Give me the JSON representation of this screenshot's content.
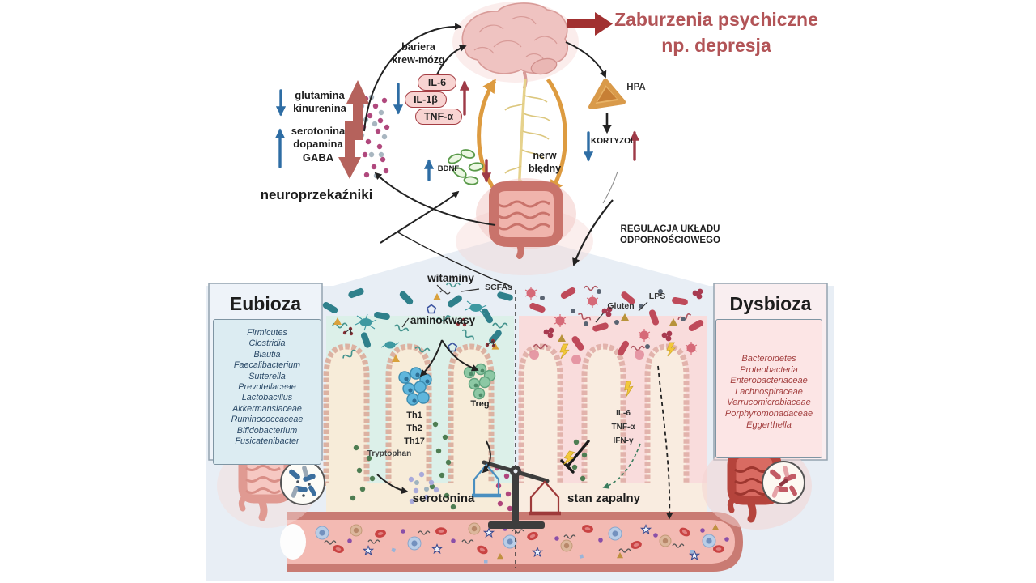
{
  "colors": {
    "title": "#b25457",
    "maroon_arrow": "#9e3a47",
    "blue_arrow": "#2e6da4",
    "orange_arrow": "#dd9b40",
    "panel_bg": "#e8eef5",
    "eubiosis_box_bg": "#dcecf2",
    "eubiosis_text": "#2b4a68",
    "dysbiosis_box_bg": "#fce5e5",
    "dysbiosis_text": "#a33f3f",
    "pill_bg": "#f8d4d2",
    "pill_border": "#a43d43",
    "mint_gut": "#dcf0e9",
    "pink_gut": "#f9dcdc",
    "vessel_outer": "#c97b73",
    "vessel_inner": "#f3bab3"
  },
  "top": {
    "title_line1": "Zaburzenia psychiczne",
    "title_line2": "np. depresja",
    "bbb_line1": "bariera",
    "bbb_line2": "krew-mózg",
    "down_group_line1": "glutamina",
    "down_group_line2": "kinurenina",
    "up_group_line1": "serotonina",
    "up_group_line2": "dopamina",
    "up_group_line3": "GABA",
    "neurotransmitters": "neuroprzekaźniki",
    "cytokine1": "IL-6",
    "cytokine2": "IL-1β",
    "cytokine3": "TNF-α",
    "bdnf": "BDNF",
    "vagus_line1": "nerw",
    "vagus_line2": "błędny",
    "hpa": "HPA",
    "cortisol": "KORTYZOL",
    "immune_line1": "REGULACJA UKŁADU",
    "immune_line2": "ODPORNOŚCIOWEGO"
  },
  "bottom": {
    "eubiosis": {
      "title": "Eubioza",
      "items": [
        "Firmicutes",
        "Clostridia",
        "Blautia",
        "Faecalibacterium",
        "Sutterella",
        "Prevotellaceae",
        "Lactobacillus",
        "Akkermansiaceae",
        "Ruminococcaceae",
        "Bifidobacterium",
        "Fusicatenibacter"
      ]
    },
    "dysbiosis": {
      "title": "Dysbioza",
      "items": [
        "Bacteroidetes",
        "Proteobacteria",
        "Enterobacteriaceae",
        "Lachnospiraceae",
        "Verrucomicrobiaceae",
        "Porphyromonadaceae",
        "Eggerthella"
      ]
    },
    "vitamins": "witaminy",
    "scfas": "SCFAs",
    "amino_acids": "aminokwasy",
    "gluten": "Gluten",
    "lps": "LPS",
    "th1": "Th1",
    "th2": "Th2",
    "th17": "Th17",
    "treg": "Treg",
    "tryptophan": "Tryptophan",
    "serotonin": "serotonina",
    "inflammation": "stan zapalny",
    "cyto_line1": "IL-6",
    "cyto_line2": "TNF-α",
    "cyto_line3": "IFN-γ"
  }
}
